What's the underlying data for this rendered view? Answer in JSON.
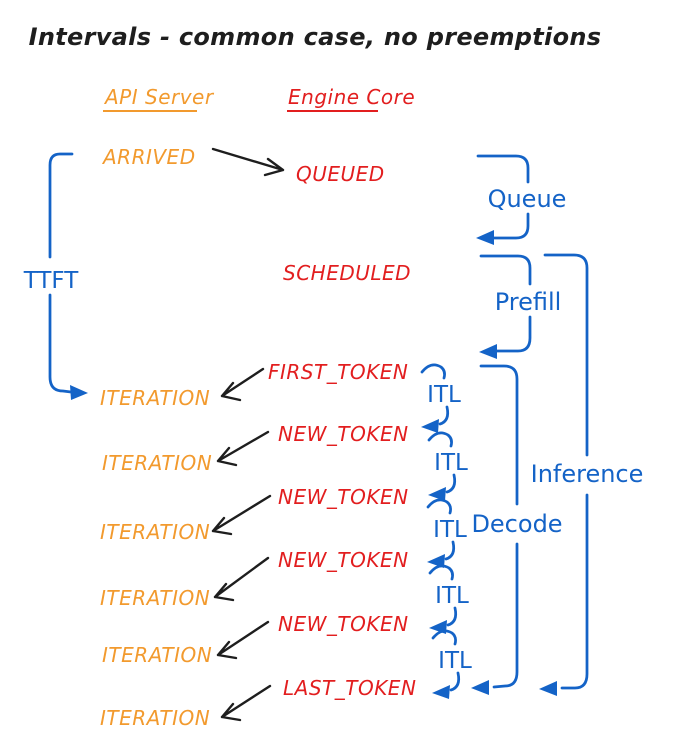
{
  "title": "Intervals - common case, no preemptions",
  "columns": {
    "api_server": "API Server",
    "engine_core": "Engine Core"
  },
  "api_events": {
    "arrived": "ARRIVED",
    "iterations": [
      "ITERATION",
      "ITERATION",
      "ITERATION",
      "ITERATION",
      "ITERATION",
      "ITERATION"
    ]
  },
  "engine_events": {
    "queued": "QUEUED",
    "scheduled": "SCHEDULED",
    "first_token": "FIRST_TOKEN",
    "new_tokens": [
      "NEW_TOKEN",
      "NEW_TOKEN",
      "NEW_TOKEN",
      "NEW_TOKEN"
    ],
    "last_token": "LAST_TOKEN"
  },
  "intervals": {
    "ttft": "TTFT",
    "queue": "Queue",
    "prefill": "Prefill",
    "itl": [
      "ITL",
      "ITL",
      "ITL",
      "ITL",
      "ITL"
    ],
    "decode": "Decode",
    "inference": "Inference"
  },
  "colors": {
    "api_orange": "#F29A2E",
    "engine_red": "#E21E1F",
    "interval_blue": "#1463C7",
    "connector_black": "#1E1E1E",
    "background": "#FFFFFF"
  }
}
